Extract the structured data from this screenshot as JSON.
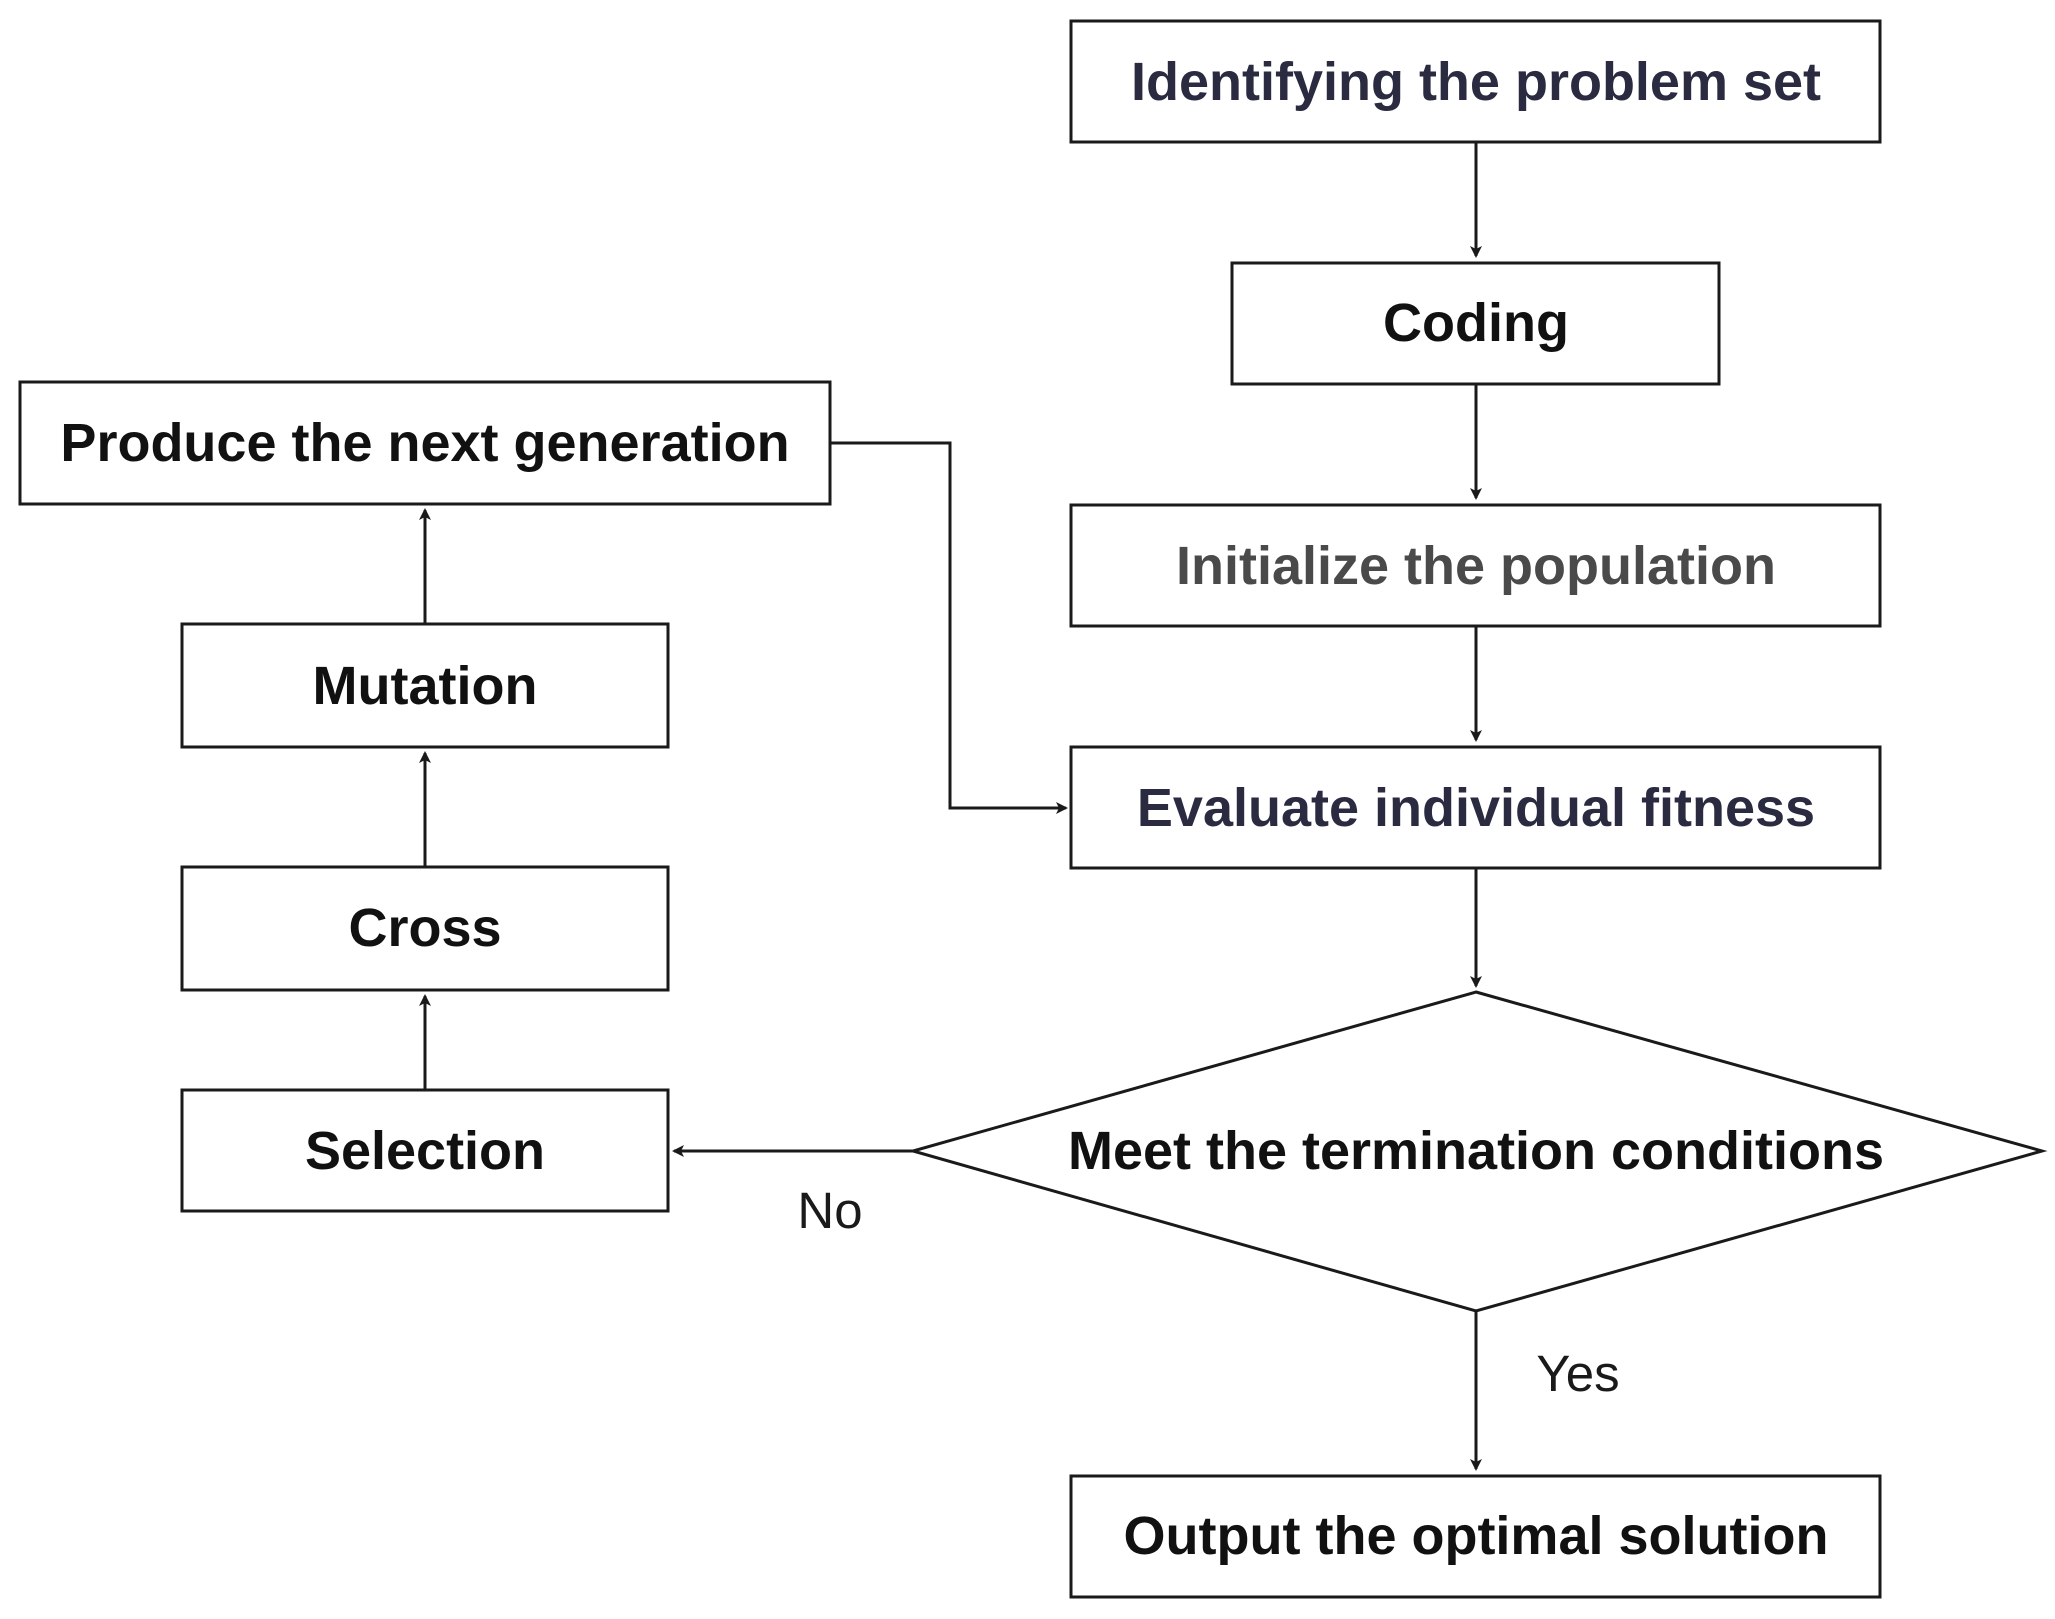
{
  "nodes": {
    "identify": {
      "text": "Identifying the problem set",
      "color": "#2a2a40"
    },
    "coding": {
      "text": "Coding",
      "color": "#111111"
    },
    "init": {
      "text": "Initialize the population",
      "color": "#4a4a4a"
    },
    "evaluate": {
      "text": "Evaluate individual fitness",
      "color": "#2a2a40"
    },
    "decision": {
      "text": "Meet the termination conditions",
      "color": "#111111"
    },
    "output": {
      "text": "Output the optimal solution",
      "color": "#111111"
    },
    "selection": {
      "text": "Selection",
      "color": "#111111"
    },
    "cross": {
      "text": "Cross",
      "color": "#111111"
    },
    "mutation": {
      "text": "Mutation",
      "color": "#111111"
    },
    "produce": {
      "text": "Produce the next generation",
      "color": "#111111"
    }
  },
  "edge_labels": {
    "no": "No",
    "yes": "Yes"
  }
}
